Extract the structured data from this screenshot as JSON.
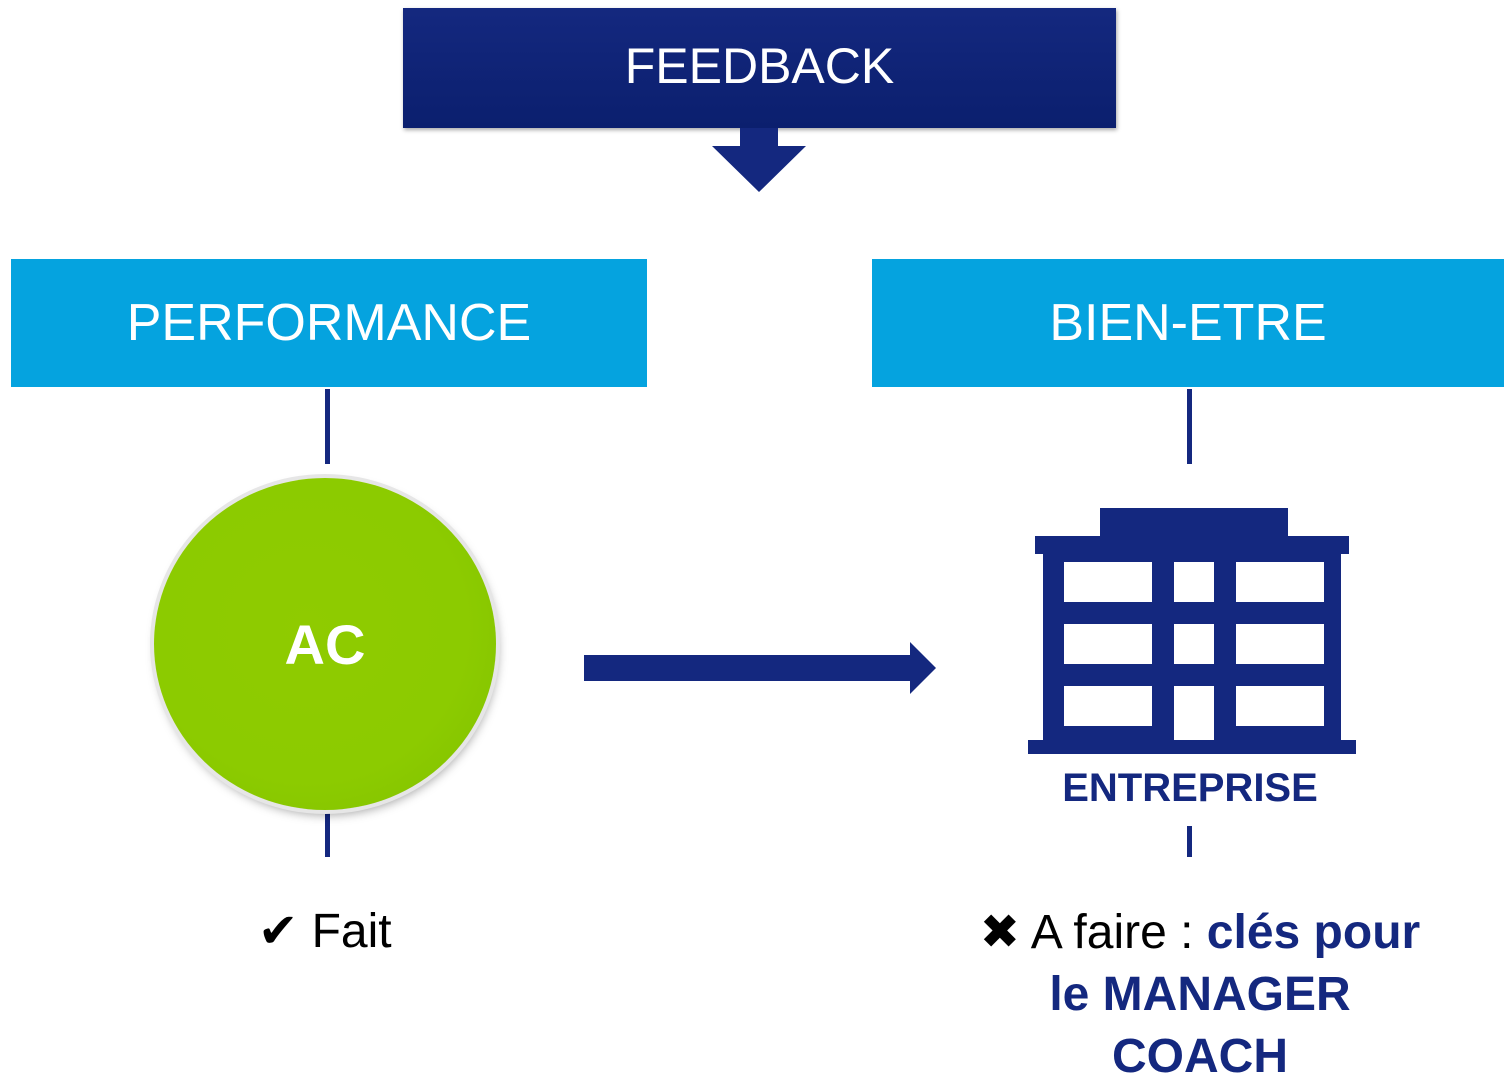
{
  "diagram": {
    "feedback": "FEEDBACK",
    "performance": "PERFORMANCE",
    "bien_etre": "BIEN-ETRE",
    "ac": "AC",
    "entreprise": "ENTREPRISE",
    "fait_mark": "✔",
    "fait": "Fait",
    "a_faire_mark": "✖",
    "a_faire": "A faire : ",
    "cles_line1": "clés pour",
    "cles_line2": "le MANAGER",
    "cles_line3": "COACH"
  },
  "icons": {
    "down_arrow": "down-arrow-icon",
    "right_arrow": "right-arrow-icon",
    "building": "building-icon"
  },
  "colors": {
    "dark_blue": "#14287f",
    "light_blue": "#05a3df",
    "green": "#8ccb00"
  }
}
